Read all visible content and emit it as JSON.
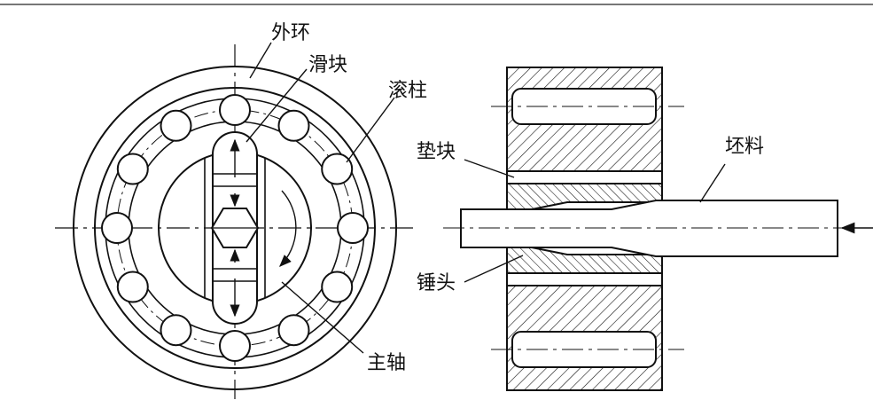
{
  "labels": {
    "outer_ring": "外环",
    "slider": "滑块",
    "roller": "滚柱",
    "spindle": "主轴",
    "shim": "垫块",
    "hammer": "锤头",
    "blank": "坯料"
  },
  "colors": {
    "line": "#111111",
    "background": "#ffffff",
    "rule": "#777777"
  }
}
